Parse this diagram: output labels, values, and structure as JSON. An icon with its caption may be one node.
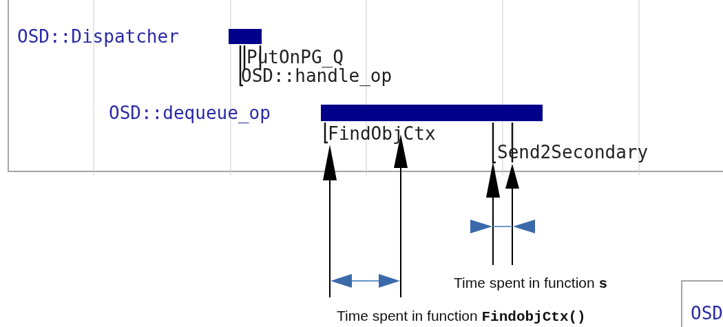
{
  "diagram": {
    "nodes": [
      {
        "text": [
          "OSD::Dispatcher"
        ]
      },
      {
        "text": [
          "OSD::dequeue_op"
        ]
      },
      {
        "text": [
          "OSD"
        ]
      }
    ],
    "labels": [
      "PutOnPG_Q",
      "OSD::handle_op",
      "FindObjCtx",
      "Send2Secondary",
      "Time spent in function **s**",
      "Time spent in function **FindobjCtx()**"
    ]
  }
}
